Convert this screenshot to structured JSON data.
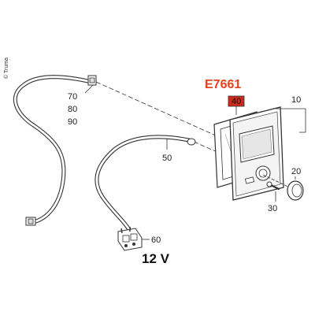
{
  "copyright": "© Truma",
  "part_code": "E7661",
  "voltage": "12 V",
  "labels": {
    "l70": "70",
    "l80": "80",
    "l90": "90",
    "l50": "50",
    "l60": "60",
    "l40": "40",
    "l10": "10",
    "l20": "20",
    "l30": "30"
  },
  "colors": {
    "accent": "#e8401c",
    "highlight": "#cc2a1a",
    "line": "#333333"
  }
}
